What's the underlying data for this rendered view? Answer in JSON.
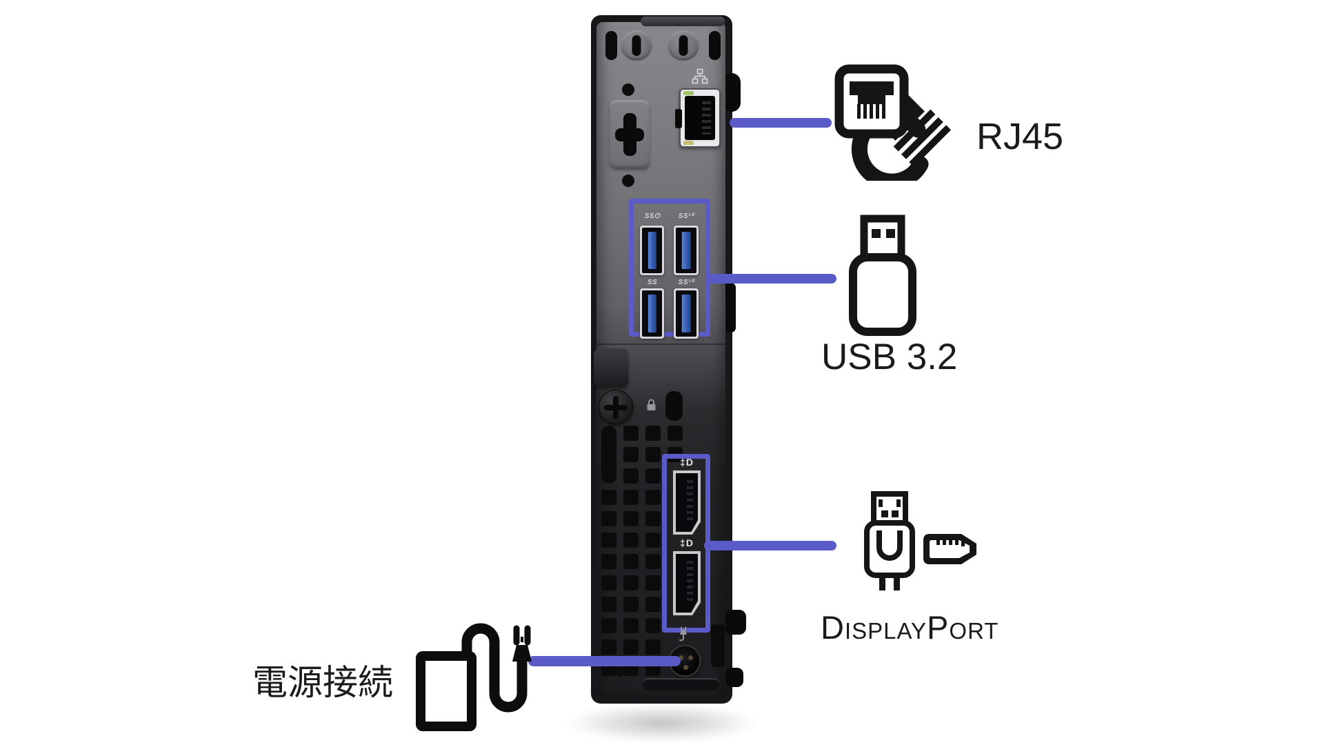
{
  "title": "Mini PC rear panel port diagram",
  "colors": {
    "accent": "#5b5bc8",
    "usb_tongue_blue": "#2f55a8",
    "eth_led_green": "#a4c46c",
    "eth_led_amber": "#c9bd72",
    "label_text": "#1b1b1b"
  },
  "device": {
    "name": "mini-pc-rear-panel",
    "usb_ports": [
      {
        "label": "SS⏻"
      },
      {
        "label": "SS¹⁰"
      },
      {
        "label": "SS"
      },
      {
        "label": "SS¹⁰"
      }
    ],
    "dp_logo": "‡D"
  },
  "annotations": {
    "rj45": {
      "label": "RJ45",
      "icon": "rj45-connector-icon"
    },
    "usb": {
      "label": "USB 3.2",
      "icon": "usb-plug-icon"
    },
    "displayport": {
      "label": "DisplayPort",
      "icon": "displayport-plug-icon"
    },
    "power": {
      "label": "電源接続",
      "icon": "power-adapter-icon"
    }
  }
}
